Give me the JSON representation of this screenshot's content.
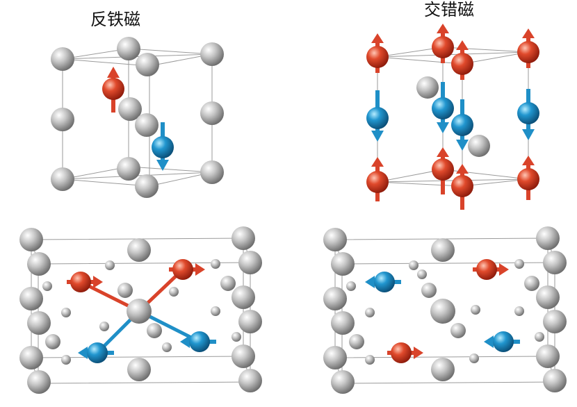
{
  "titles": {
    "antiferromagnet": "反铁磁",
    "altermagnet": "交错磁"
  },
  "colors": {
    "spin_up": "#d9432a",
    "spin_down": "#1f8fc7",
    "nonmagnetic_atom": "#b0b0b0",
    "cell_edge": "#8a8a8a"
  },
  "panels": [
    {
      "id": "antiferromagnet-3d",
      "spins": [
        "up",
        "down"
      ]
    },
    {
      "id": "altermagnet-3d",
      "spins": [
        "up",
        "down"
      ]
    },
    {
      "id": "antiferromagnet-topview",
      "spins": [
        "right",
        "right",
        "left",
        "left"
      ]
    },
    {
      "id": "altermagnet-topview",
      "spins": [
        "right",
        "left",
        "right",
        "left"
      ]
    }
  ]
}
